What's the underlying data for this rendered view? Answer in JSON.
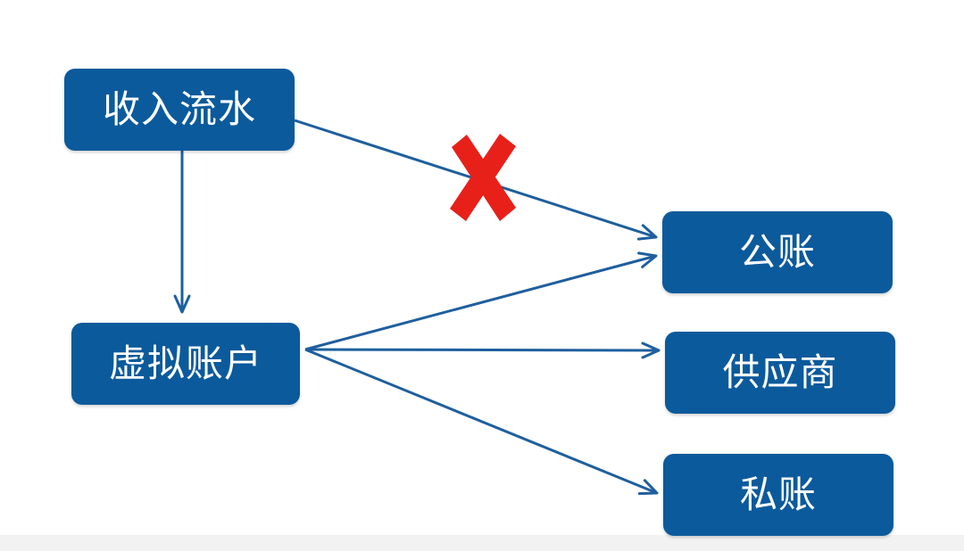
{
  "nodes": {
    "income_flow": "收入流水",
    "virtual_account": "虚拟账户",
    "public_account": "公账",
    "supplier": "供应商",
    "private_account": "私账"
  },
  "colors": {
    "node_fill": "#0b5a9c",
    "node_text": "#ffffff",
    "arrow": "#1e5f9e",
    "forbidden_mark": "#e8201a"
  },
  "edges": [
    {
      "from": "income_flow",
      "to": "virtual_account",
      "allowed": true
    },
    {
      "from": "income_flow",
      "to": "public_account",
      "allowed": false
    },
    {
      "from": "virtual_account",
      "to": "public_account",
      "allowed": true
    },
    {
      "from": "virtual_account",
      "to": "supplier",
      "allowed": true
    },
    {
      "from": "virtual_account",
      "to": "private_account",
      "allowed": true
    }
  ]
}
